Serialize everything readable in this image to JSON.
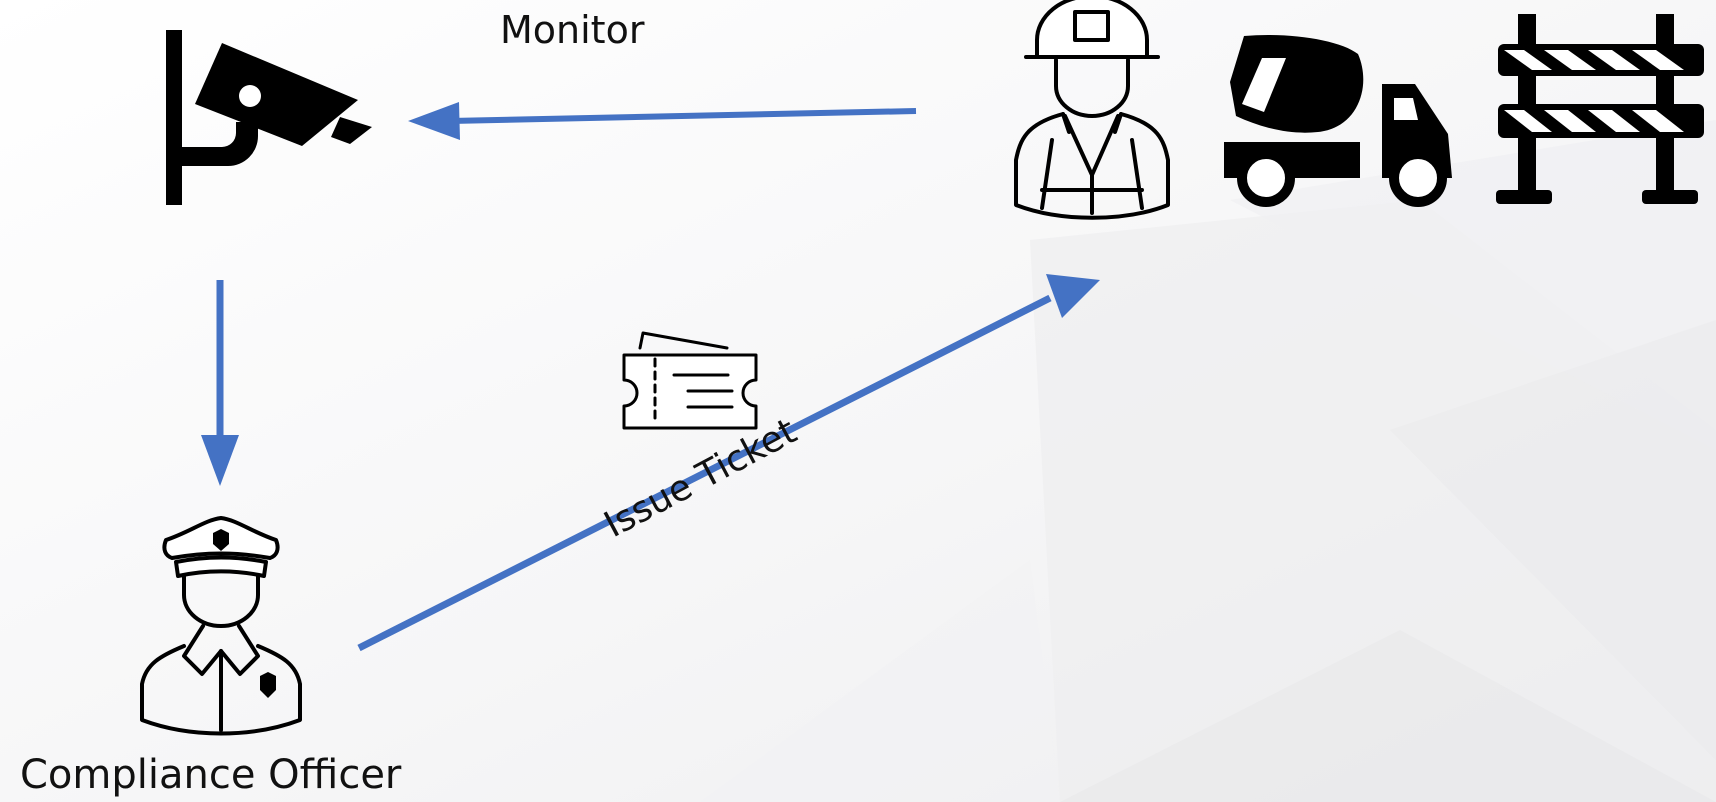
{
  "labels": {
    "monitor": "Monitor",
    "issue_ticket": "Issue Ticket",
    "compliance_officer": "Compliance Officer"
  },
  "icons": [
    "security-camera-icon",
    "construction-worker-icon",
    "cement-mixer-truck-icon",
    "road-barrier-icon",
    "ticket-icon",
    "police-officer-icon"
  ],
  "colors": {
    "arrow": "#4472C4",
    "icon": "#000000",
    "text": "#111111",
    "background": "#F7F7F8"
  }
}
